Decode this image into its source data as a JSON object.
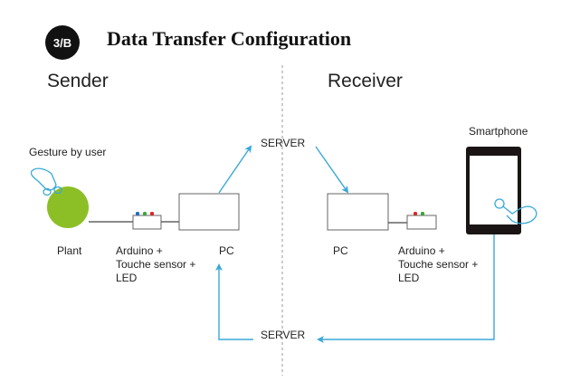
{
  "header": {
    "badge": "3/B",
    "title": "Data Transfer Configuration"
  },
  "sections": {
    "sender": "Sender",
    "receiver": "Receiver"
  },
  "sender": {
    "gesture_label": "Gesture by user",
    "plant_label": "Plant",
    "arduino_label_line1": "Arduino +",
    "arduino_label_line2": "Touche sensor +",
    "arduino_label_line3": "LED",
    "pc_label": "PC",
    "led_colors": [
      "#1f6fc4",
      "#3aa53a",
      "#e02424"
    ]
  },
  "receiver": {
    "pc_label": "PC",
    "arduino_label_line1": "Arduino +",
    "arduino_label_line2": "Touche sensor +",
    "arduino_label_line3": "LED",
    "smartphone_label": "Smartphone",
    "led_colors": [
      "#e02424",
      "#3aa53a"
    ]
  },
  "server_top": "SERVER",
  "server_bottom": "SERVER",
  "colors": {
    "arrow": "#3aa8d8",
    "plant": "#8cbf26",
    "divider": "#bbbbbb"
  }
}
